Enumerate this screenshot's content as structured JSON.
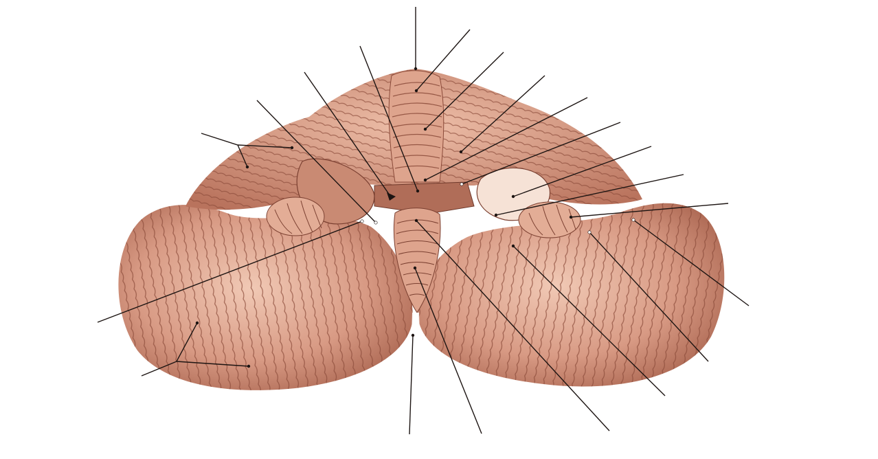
{
  "figure": {
    "subject": "cerebellum-anterior-view",
    "style": "anatomical-illustration",
    "labels": [],
    "leader_line_count": 17,
    "colors": {
      "background": "#ffffff",
      "tissue_base": "#d99a84",
      "tissue_light": "#f0c6b2",
      "tissue_dark": "#9c5a47",
      "folia_line": "#7a3f30",
      "cut_surface": "#f6e2d6",
      "leader_line": "#1c1412"
    }
  }
}
